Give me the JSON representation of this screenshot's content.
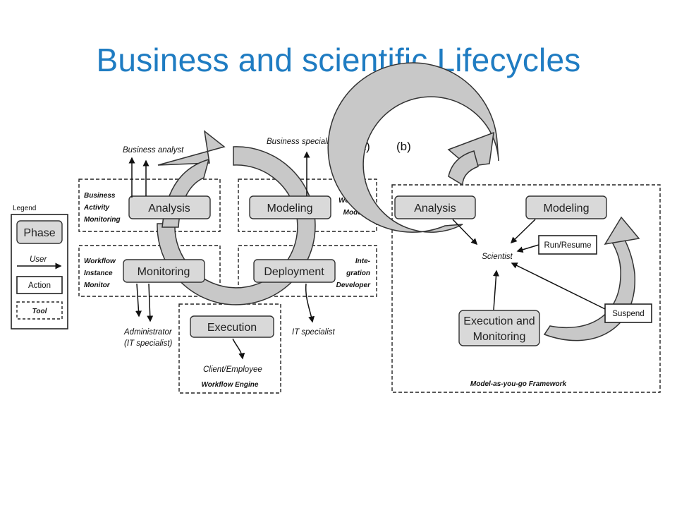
{
  "title": "Business and scientific Lifecycles",
  "legend": {
    "heading": "Legend",
    "phase": "Phase",
    "user": "User",
    "action": "Action",
    "tool": "Tool"
  },
  "diagram_a": {
    "label": "(a)",
    "phases": {
      "analysis": "Analysis",
      "modeling": "Modeling",
      "monitoring": "Monitoring",
      "deployment": "Deployment",
      "execution": "Execution"
    },
    "users": {
      "business_analyst": "Business analyst",
      "business_specialist": "Business specialist",
      "administrator_line1": "Administrator",
      "administrator_line2": "(IT specialist)",
      "it_specialist": "IT specialist",
      "client_employee": "Client/Employee"
    },
    "tools": {
      "bam": [
        "Business",
        "Activity",
        "Monitoring"
      ],
      "workflow_modeler": [
        "Workflow",
        "Modeler"
      ],
      "wim": [
        "Workflow",
        "Instance",
        "Monitor"
      ],
      "integration_developer": [
        "Inte-",
        "gration",
        "Developer"
      ],
      "workflow_engine": "Workflow Engine"
    }
  },
  "diagram_b": {
    "label": "(b)",
    "phases": {
      "analysis": "Analysis",
      "modeling": "Modeling",
      "execution_line1": "Execution and",
      "execution_line2": "Monitoring"
    },
    "user": "Scientist",
    "actions": {
      "run_resume": "Run/Resume",
      "suspend": "Suspend"
    },
    "framework": "Model-as-you-go Framework"
  }
}
